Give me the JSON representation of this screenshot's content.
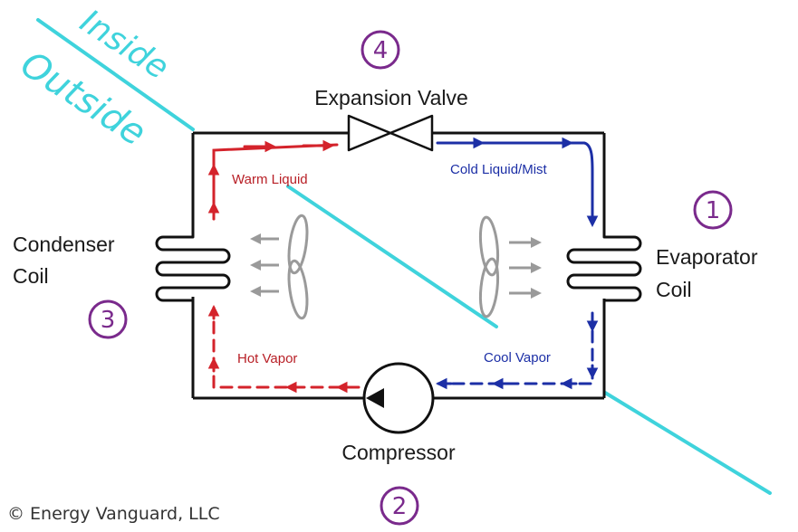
{
  "labels": {
    "inside": "Inside",
    "outside": "Outside",
    "expansion_valve": "Expansion Valve",
    "condenser_line1": "Condenser",
    "condenser_line2": "Coil",
    "evaporator_line1": "Evaporator",
    "evaporator_line2": "Coil",
    "compressor": "Compressor",
    "warm_liquid": "Warm Liquid",
    "cold_liquid": "Cold Liquid/Mist",
    "hot_vapor": "Hot Vapor",
    "cool_vapor": "Cool Vapor",
    "credit": "© Energy Vanguard, LLC"
  },
  "steps": {
    "evaporator": "1",
    "compressor": "2",
    "condenser": "3",
    "expansion": "4"
  },
  "colors": {
    "warm": "#d4232b",
    "cold": "#1c2fa6",
    "divider": "#3fd3dc",
    "step_circle": "#7a2a8c",
    "fan": "#9a9a9a",
    "line": "#111111"
  }
}
